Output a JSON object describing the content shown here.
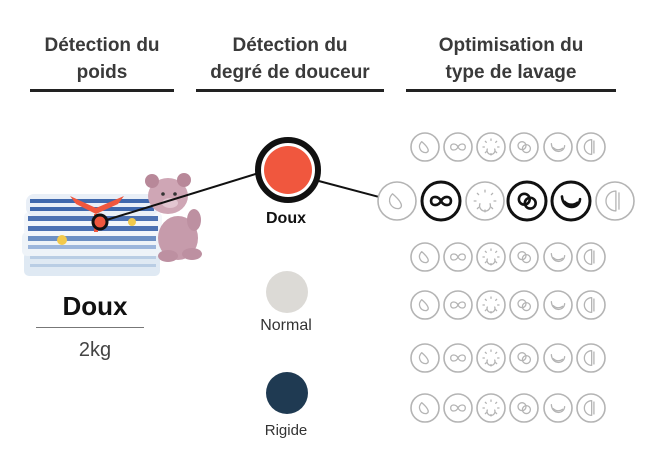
{
  "headers": {
    "weight_line1": "Détection du",
    "weight_line2": "poids",
    "softness_line1": "Détection du",
    "softness_line2": "degré de douceur",
    "wash_line1": "Optimisation du",
    "wash_line2": "type de lavage"
  },
  "laundry": {
    "type": "Doux",
    "weight": "2kg"
  },
  "fabrics": [
    {
      "label": "Doux",
      "color": "#f0573e",
      "selected": true
    },
    {
      "label": "Normal",
      "color": "#dcdad6",
      "selected": false
    },
    {
      "label": "Rigide",
      "color": "#1f3a52",
      "selected": false
    }
  ],
  "wash_motions": [
    "rolling-icon",
    "swing-icon",
    "scrub-icon",
    "step-icon",
    "tumble-icon",
    "filtration-icon"
  ],
  "motion_grid": {
    "rows": 6,
    "highlighted_row": 2,
    "active_motions": [
      "swing-icon",
      "step-icon",
      "tumble-icon"
    ]
  },
  "colors": {
    "accent": "#f0573e",
    "line": "#111111",
    "inactive_icon": "#b4b4b4"
  }
}
